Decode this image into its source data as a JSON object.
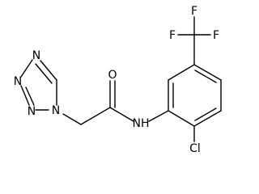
{
  "molecule": {
    "atoms": [
      {
        "id": "n_t1",
        "label": "N"
      },
      {
        "id": "n_t2",
        "label": "N"
      },
      {
        "id": "n_t3",
        "label": "N"
      },
      {
        "id": "n_t4",
        "label": "N"
      },
      {
        "id": "o_carbonyl",
        "label": "O"
      },
      {
        "id": "n_amide",
        "label": "NH"
      },
      {
        "id": "cl",
        "label": "Cl"
      },
      {
        "id": "f1",
        "label": "F"
      },
      {
        "id": "f2",
        "label": "F"
      },
      {
        "id": "f3",
        "label": "F"
      }
    ]
  }
}
